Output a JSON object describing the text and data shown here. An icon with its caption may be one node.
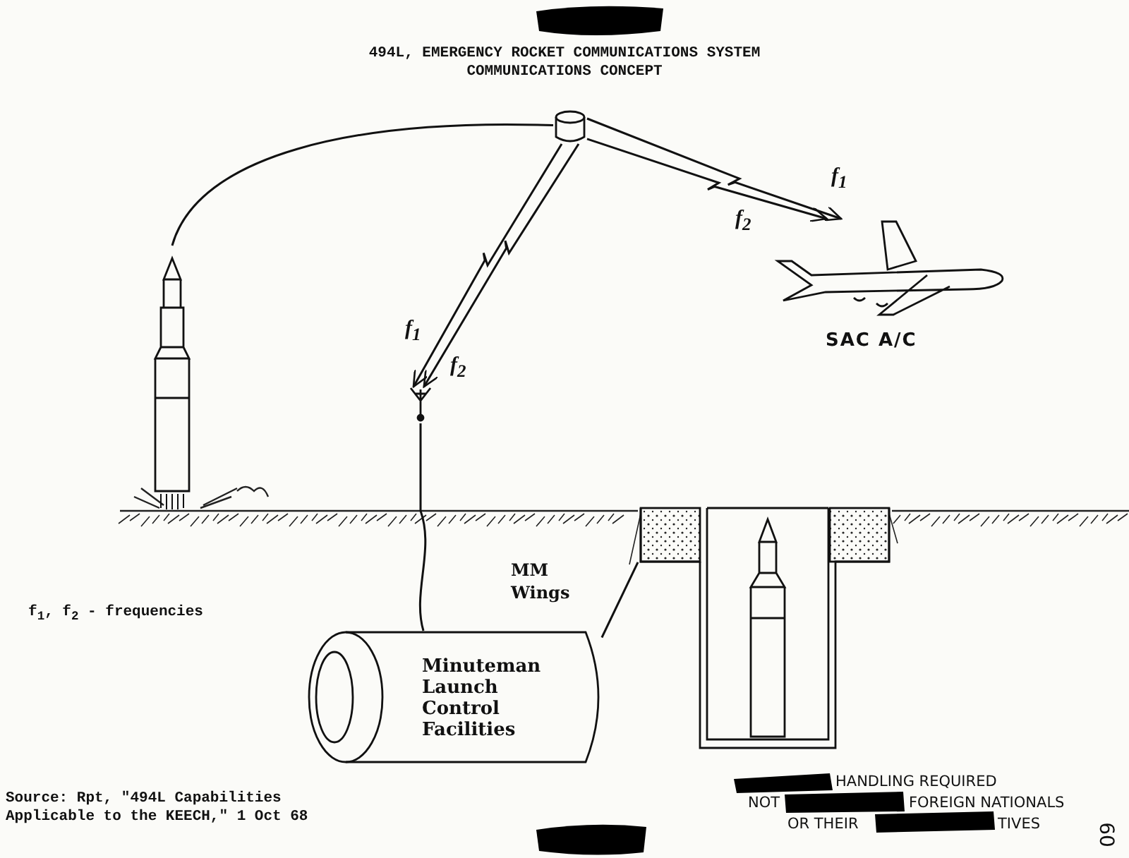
{
  "diagram": {
    "title": "494L, EMERGENCY ROCKET COMMUNICATIONS SYSTEM COMMUNICATIONS CONCEPT",
    "nodes": [
      {
        "text": [],
        "shape": "picture"
      },
      {
        "text": [],
        "shape": "cylinder"
      },
      {
        "text": [],
        "shape": "picture",
        "beside": [
          "SAC A/C"
        ]
      },
      {
        "text": [],
        "shape": "antenna"
      },
      {
        "text": [
          "Minuteman Launch Control Facilities"
        ]
      },
      {
        "text": [],
        "shape": "picture"
      }
    ],
    "edges": [
      {
        "from": 0,
        "to": 1,
        "arrow": "none"
      },
      {
        "from": 1,
        "to": 2,
        "arrow": "to",
        "label": "f$_{1}$"
      },
      {
        "from": 1,
        "to": 2,
        "arrow": "to",
        "label": "f$_{2}$"
      },
      {
        "from": 1,
        "to": 3,
        "arrow": "to",
        "label": "f$_{1}$"
      },
      {
        "from": 1,
        "to": 3,
        "arrow": "to",
        "label": "f$_{2}$"
      },
      {
        "from": 3,
        "to": 4,
        "arrow": "none"
      },
      {
        "from": 4,
        "to": 5,
        "arrow": "none"
      }
    ],
    "labels": [
      "MM Wings",
      "f$_{1}$, f$_{2}$ - frequencies",
      "Source: Rpt, \"494L Capabilities Applicable to the KEECH,\" 1 Oct 68",
      "HANDLING REQUIRED",
      "NOT",
      "FOREIGN NATIONALS",
      "OR THEIR",
      "TIVES",
      "60"
    ]
  }
}
